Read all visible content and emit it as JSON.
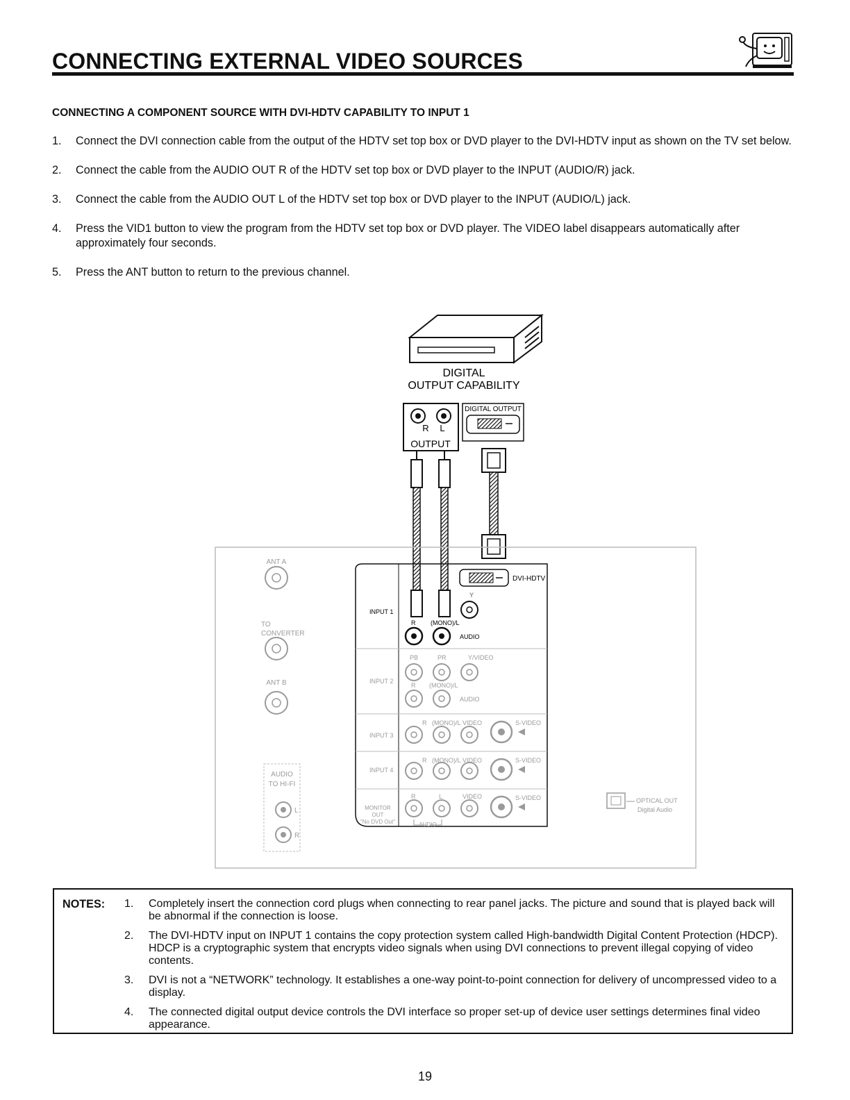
{
  "header": {
    "title": "CONNECTING EXTERNAL VIDEO SOURCES",
    "icon": "tv-mascot-icon"
  },
  "section": {
    "subheading": "CONNECTING A COMPONENT SOURCE WITH DVI-HDTV CAPABILITY TO INPUT 1"
  },
  "steps": [
    {
      "num": "1.",
      "text": "Connect the DVI connection cable from the output of the HDTV set top box or DVD player to the DVI-HDTV input as shown on the TV set below."
    },
    {
      "num": "2.",
      "text": "Connect the cable from the AUDIO OUT R of the HDTV set top box or DVD player to the INPUT (AUDIO/R) jack."
    },
    {
      "num": "3.",
      "text": "Connect the cable from the AUDIO OUT L of the HDTV set top box or DVD player to the INPUT (AUDIO/L) jack."
    },
    {
      "num": "4.",
      "text": "Press the VID1 button to view the program from the HDTV set top box or DVD player.  The VIDEO label disappears automatically after approximately four seconds."
    },
    {
      "num": "5.",
      "text": "Press the ANT button to return to the previous channel."
    }
  ],
  "diagram": {
    "device_label_1": "DIGITAL",
    "device_label_2": "OUTPUT CAPABILITY",
    "output_r": "R",
    "output_l": "L",
    "output_label": "OUTPUT",
    "digital_output": "DIGITAL OUTPUT",
    "ant_a": "ANT A",
    "to_converter_1": "TO",
    "to_converter_2": "CONVERTER",
    "ant_b": "ANT B",
    "audio_to_hifi_1": "AUDIO",
    "audio_to_hifi_2": "TO HI-FI",
    "l": "L",
    "r": "R",
    "dvi_hdtv": "DVI-HDTV",
    "y": "Y",
    "input1": "INPUT 1",
    "mono_l": "(MONO)/L",
    "audio": "AUDIO",
    "pb": "PB",
    "pr": "PR",
    "y_video": "Y/VIDEO",
    "input2": "INPUT 2",
    "input3": "INPUT 3",
    "input4": "INPUT 4",
    "video": "VIDEO",
    "s_video": "S-VIDEO",
    "monitor_1": "MONITOR",
    "monitor_2": "OUT",
    "monitor_3": "\"No DVD Out\"",
    "audio_bracket": "AUDIO",
    "optical_out": "OPTICAL OUT",
    "digital_audio": "Digital Audio"
  },
  "notes": {
    "label": "NOTES:",
    "items": [
      {
        "num": "1.",
        "text": "Completely insert the connection cord plugs when connecting to rear panel jacks.  The picture and sound that is played back will be abnormal if the connection is loose."
      },
      {
        "num": "2.",
        "text": "The DVI-HDTV input on INPUT 1 contains the copy protection system called High-bandwidth Digital Content Protection (HDCP).  HDCP is a cryptographic system that encrypts video signals when using DVI connections to prevent illegal copying of video contents."
      },
      {
        "num": "3.",
        "text": "DVI is not a “NETWORK” technology.  It establishes a one-way point-to-point connection for delivery of uncompressed video to a display."
      },
      {
        "num": "4.",
        "text": "The connected digital output device controls the DVI interface so proper set-up of device user settings determines final video appearance."
      }
    ]
  },
  "footer": {
    "page_number": "19"
  },
  "colors": {
    "ink": "#111111",
    "faint": "#9a9a9a"
  }
}
